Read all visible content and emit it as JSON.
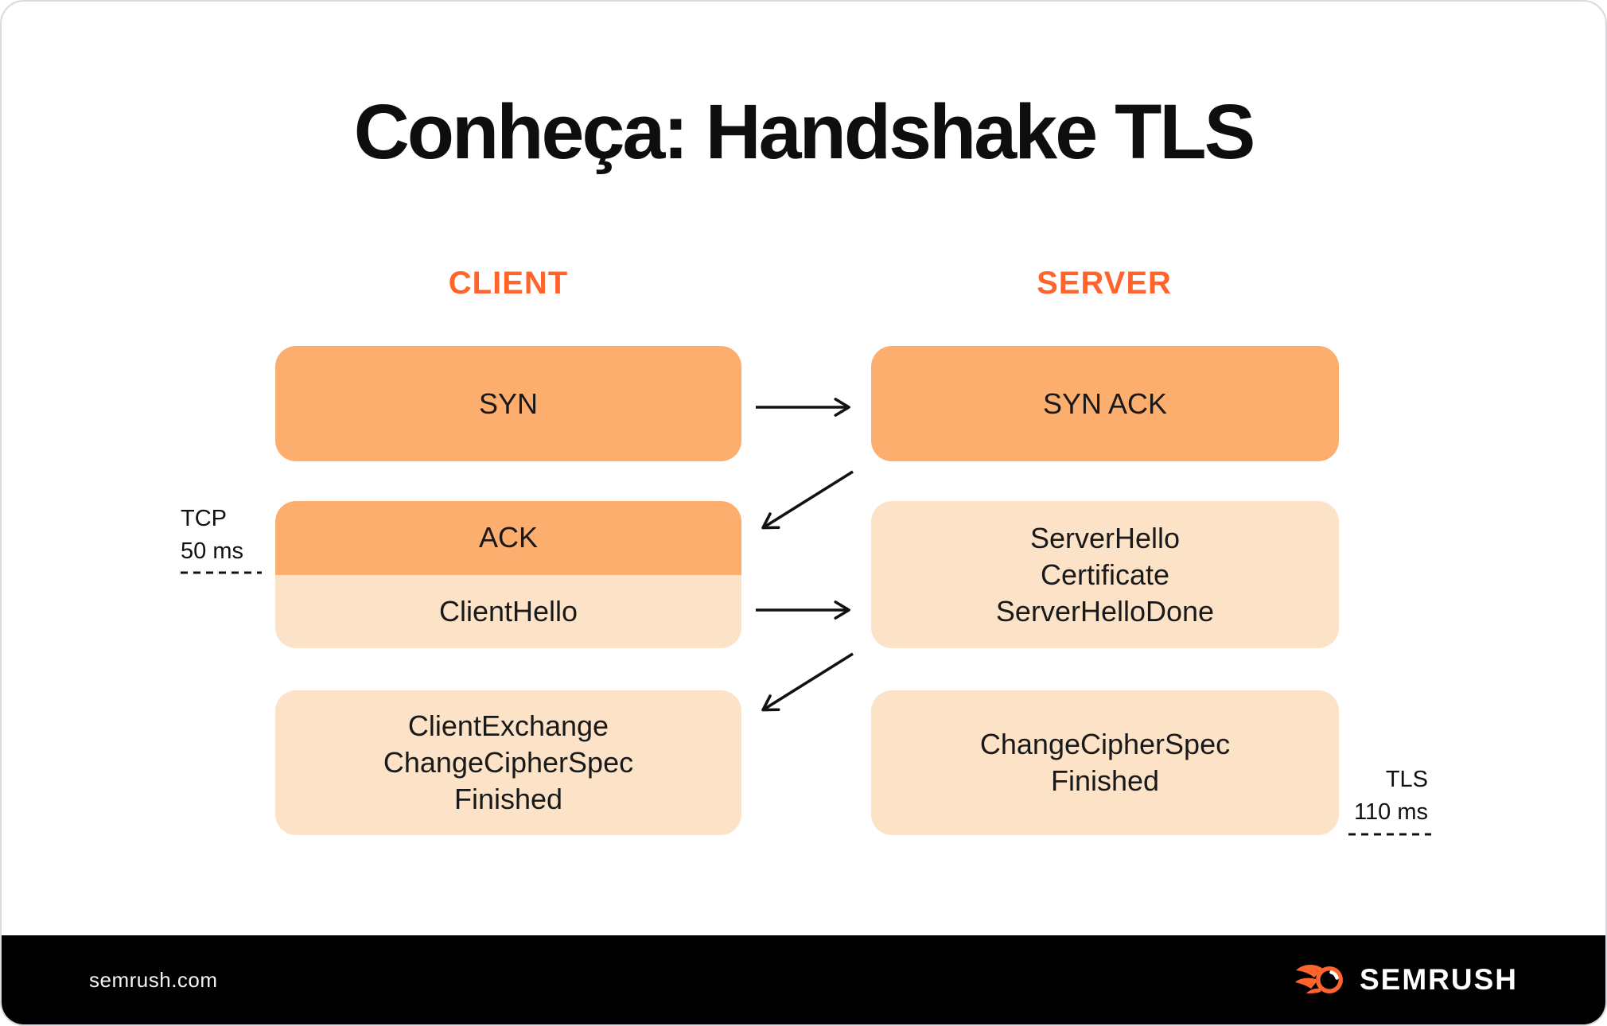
{
  "title": "Conheça: Handshake TLS",
  "columns": {
    "client": "CLIENT",
    "server": "SERVER"
  },
  "boxes": {
    "syn": "SYN",
    "syn_ack": "SYN ACK",
    "ack": "ACK",
    "client_hello": "ClientHello",
    "server_hello": [
      "ServerHello",
      "Certificate",
      "ServerHelloDone"
    ],
    "client_exchange": [
      "ClientExchange",
      "ChangeCipherSpec",
      "Finished"
    ],
    "server_finish": [
      "ChangeCipherSpec",
      "Finished"
    ]
  },
  "timings": {
    "tcp": {
      "protocol": "TCP",
      "time": "50 ms"
    },
    "tls": {
      "protocol": "TLS",
      "time": "110 ms"
    }
  },
  "footer": {
    "site": "semrush.com",
    "brand": "SEMRUSH"
  },
  "colors": {
    "accent": "#FF642D",
    "box_dark": "#FBAE6D",
    "box_light": "#FCE3C8",
    "footer_bg": "#000000",
    "text": "#191919"
  },
  "icons": {
    "brand_logo": "semrush-flame-icon"
  }
}
